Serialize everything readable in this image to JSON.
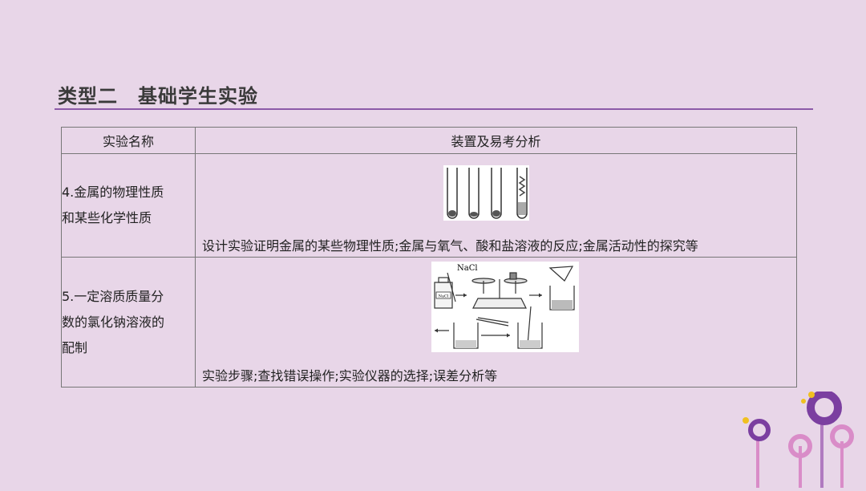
{
  "slide": {
    "title": "类型二　基础学生实验"
  },
  "table": {
    "headers": [
      "实验名称",
      "装置及易考分析"
    ],
    "rows": [
      {
        "name_lines": [
          "4.金属的物理性质",
          "和某些化学性质"
        ],
        "analysis": "设计实验证明金属的某些物理性质;金属与氧气、酸和盐溶液的反应;金属活动性的探究等"
      },
      {
        "name_lines": [
          "5.一定溶质质量分",
          "数的氯化钠溶液的",
          "配制"
        ],
        "analysis": "实验步骤;查找错误操作;实验仪器的选择;误差分析等",
        "figure_label": "NaCl",
        "bottle_label": "NaCl"
      }
    ]
  },
  "colors": {
    "background": "#e8d6e8",
    "rule": "#8c5aa8",
    "deco_purple": "#7b3fa0",
    "deco_pink": "#d98cc8",
    "deco_yellow": "#f0c020"
  }
}
